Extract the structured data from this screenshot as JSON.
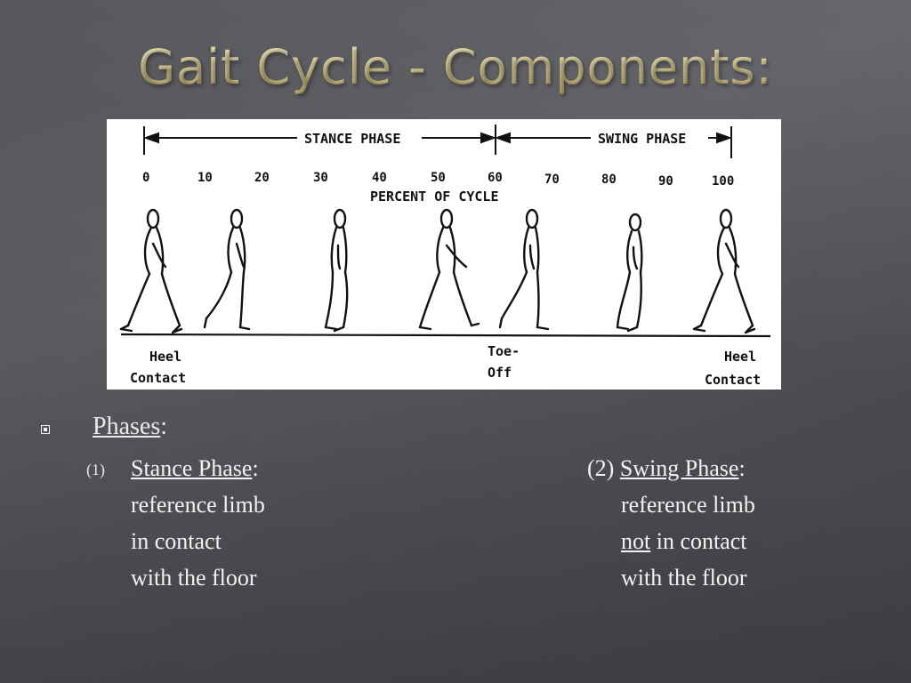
{
  "title": "Gait Cycle - Components:",
  "diagram": {
    "stance_label": "STANCE PHASE",
    "swing_label": "SWING PHASE",
    "ticks": [
      "0",
      "10",
      "20",
      "30",
      "40",
      "50",
      "60",
      "70",
      "80",
      "90",
      "100"
    ],
    "axis_label": "PERCENT OF CYCLE",
    "heel_contact_left": [
      "Heel",
      "Contact"
    ],
    "toe_off": [
      "Toe-",
      "Off"
    ],
    "heel_contact_right": [
      "Heel",
      "Contact"
    ]
  },
  "body": {
    "phases_label": "Phases",
    "phases_colon": ":",
    "stance": {
      "number": "(1)",
      "label": "Stance Phase",
      "colon": ":",
      "lines": [
        "reference limb",
        "in contact",
        "with the floor"
      ]
    },
    "swing": {
      "number": "(2)",
      "label": "Swing Phase",
      "colon": ":",
      "line1": "reference limb",
      "line2_underlined": "not",
      "line2_rest": " in contact",
      "line3": "with the floor"
    }
  }
}
